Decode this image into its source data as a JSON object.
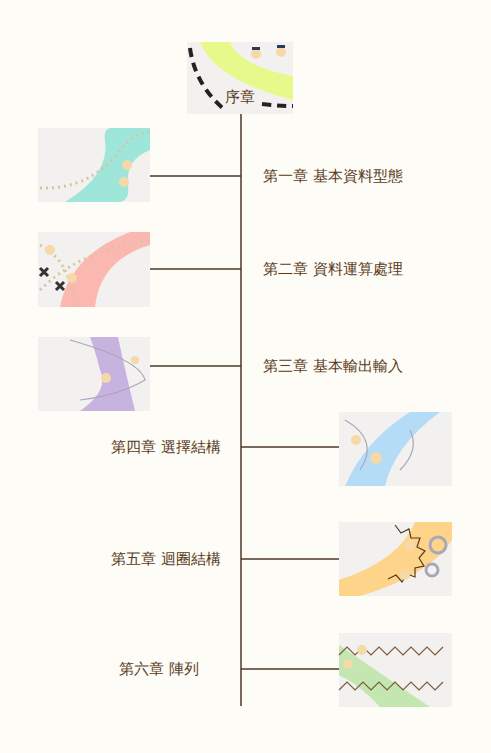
{
  "diagram": {
    "nodes": [
      {
        "text": [
          "序章"
        ]
      }
    ],
    "labels": [
      "第一章 基本資料型態",
      "第二章 資料運算處理",
      "第三章 基本輸出輸入",
      "第四章 選擇結構",
      "第五章 迴圈結構",
      "第六章 陣列"
    ]
  }
}
